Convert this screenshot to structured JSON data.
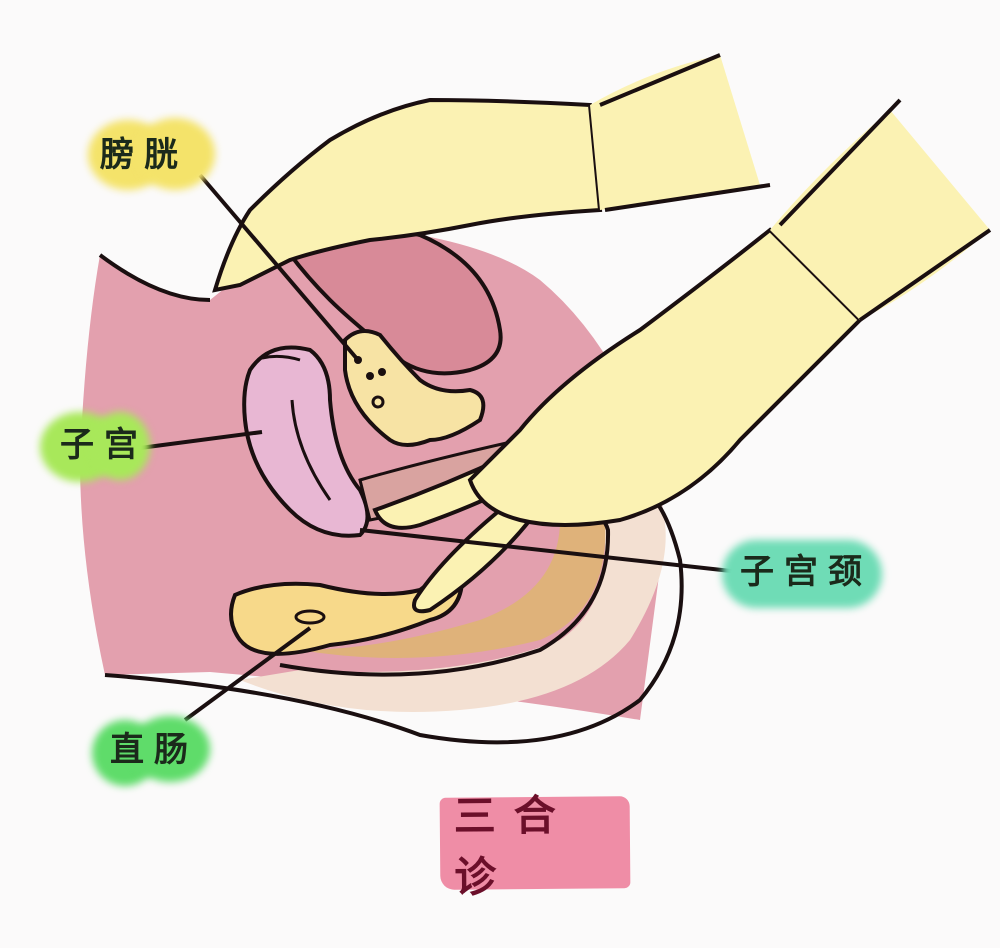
{
  "title": "三合诊",
  "labels": {
    "bladder": "膀胱",
    "uterus": "子宫",
    "cervix": "子宫颈",
    "rectum": "直肠"
  },
  "colors": {
    "background": "#fbfafa",
    "body_pink": "#e3a0ae",
    "uterus_pink": "#e8b7d3",
    "bladder_yellow": "#f7e3a4",
    "glove_yellow": "#fbf2b3",
    "rectum_tan": "#dfb27a",
    "bladder_label_bg": "#f4e36a",
    "uterus_label_bg": "#a8e85a",
    "cervix_label_bg": "#6fdcb6",
    "rectum_label_bg": "#5fdc6a",
    "title_bg": "#ef8da6",
    "title_text": "#6b0f2a"
  }
}
